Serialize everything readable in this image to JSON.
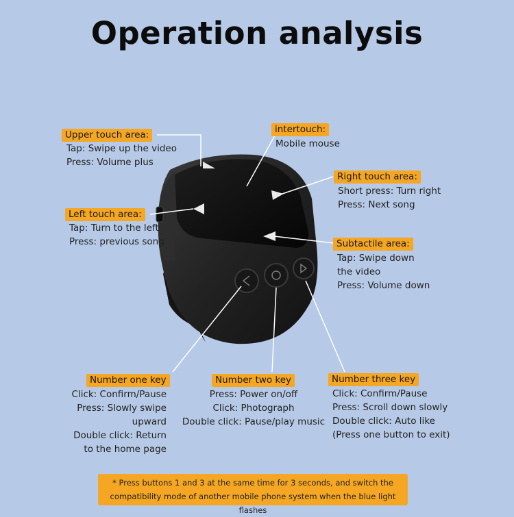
{
  "title": "Operation analysis",
  "labels": {
    "upper": {
      "title": "Upper touch area:",
      "lines": [
        "Tap: Swipe up the video",
        "Press: Volume plus"
      ]
    },
    "inter": {
      "title": "intertouch:",
      "lines": [
        "Mobile mouse"
      ]
    },
    "right": {
      "title": "Right touch area:",
      "lines": [
        "Short press: Turn right",
        "Press: Next song"
      ]
    },
    "left": {
      "title": "Left touch area:",
      "lines": [
        "Tap: Turn to the left",
        "Press: previous song"
      ]
    },
    "sub": {
      "title": "Subtactile area:",
      "lines": [
        "Tap: Swipe down",
        "the video",
        "Press: Volume down"
      ]
    },
    "key1": {
      "title": "Number one key",
      "lines": [
        "Click: Confirm/Pause",
        "Press: Slowly swipe",
        "upward",
        "Double click: Return",
        "to the home page"
      ]
    },
    "key2": {
      "title": "Number two key",
      "lines": [
        "Press: Power on/off",
        "Click: Photograph",
        "Double click: Pause/play music"
      ]
    },
    "key3": {
      "title": "Number three key",
      "lines": [
        "Click: Confirm/Pause",
        "Press: Scroll down slowly",
        "Double click: Auto like",
        "(Press one button to exit)"
      ]
    }
  },
  "note": {
    "line1": "* Press buttons 1 and 3 at the same time for 3 seconds, and switch the",
    "line2": "compatibility mode of another mobile phone system when the blue light flashes"
  },
  "colors": {
    "background": "#b6c9e6",
    "tag": "#f5a623",
    "device": "#1b1b1b"
  }
}
